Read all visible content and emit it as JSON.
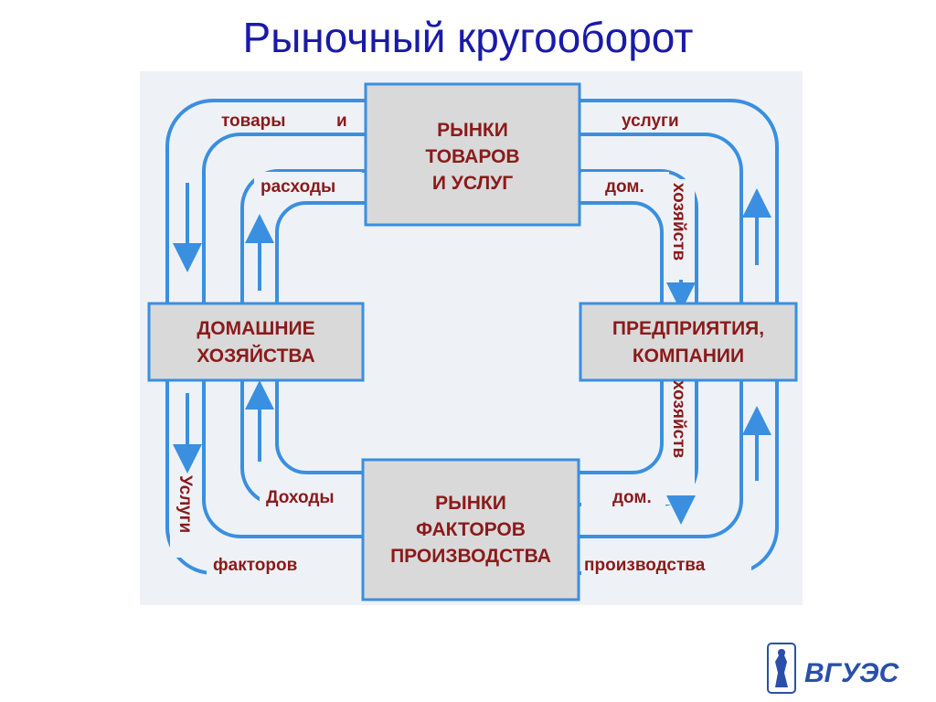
{
  "slide": {
    "title": "Рыночный кругооборот"
  },
  "boxes": {
    "goods_market": [
      "РЫНКИ",
      "ТОВАРОВ",
      "И УСЛУГ"
    ],
    "households": [
      "ДОМАШНИЕ",
      "ХОЗЯЙСТВА"
    ],
    "firms": [
      "ПРЕДПРИЯТИЯ,",
      "КОМПАНИИ"
    ],
    "factor_market": [
      "РЫНКИ",
      "ФАКТОРОВ",
      "ПРОИЗВОДСТВА"
    ]
  },
  "flow_labels": {
    "goods": "товары",
    "and": "и",
    "services_top": "услуги",
    "expenses": "расходы",
    "dom_top": "дом.",
    "households_right_top": "хозяйств",
    "households_right_bottom": "хозяйств",
    "services_left": "Услуги",
    "income": "Доходы",
    "dom_bottom": "дом.",
    "factors": "факторов",
    "production": "производства"
  },
  "colors": {
    "title": "#1a1aa8",
    "flow_line": "#3a8fe0",
    "box_fill": "#d9d9d9",
    "box_border": "#3a8fe0",
    "label_text": "#8b1a1a",
    "panel_bg": "#eef2f7"
  },
  "logo": {
    "text": "ВГУЭС"
  }
}
